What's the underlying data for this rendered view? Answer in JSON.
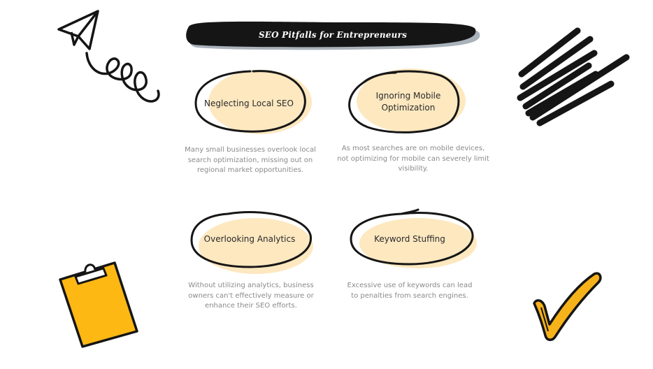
{
  "title": "SEO Pitfalls for Entrepreneurs",
  "colors": {
    "banner": "#151515",
    "banner_shadow": "#a9b1ba",
    "bubble_fill": "#fde8c0",
    "outline": "#161616",
    "clipboard": "#fdb813",
    "check": "#f5b21a"
  },
  "items": [
    {
      "label": "Neglecting Local SEO",
      "description": "Many small businesses overlook local search optimization, missing out on regional market opportunities."
    },
    {
      "label": "Ignoring Mobile Optimization",
      "description": "As most searches are on mobile devices, not optimizing for mobile can severely limit visibility."
    },
    {
      "label": "Overlooking Analytics",
      "description": "Without utilizing analytics, business owners can't effectively measure or enhance their SEO efforts."
    },
    {
      "label": "Keyword Stuffing",
      "description": "Excessive use of keywords can lead to penalties from search engines."
    }
  ],
  "decorations": [
    "paper-plane-icon",
    "scribble-lines-icon",
    "clipboard-icon",
    "checkmark-icon"
  ]
}
